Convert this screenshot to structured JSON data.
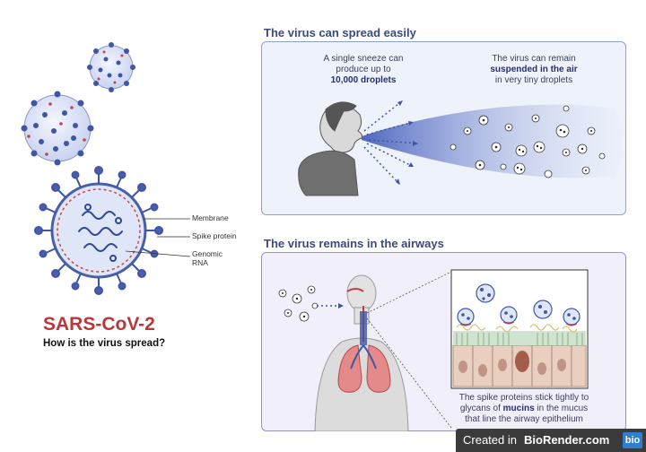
{
  "section1": {
    "heading": "The virus can spread easily",
    "note_left": {
      "line1": "A single sneeze can",
      "line2": "produce up to",
      "bold": "10,000 droplets"
    },
    "note_right": {
      "line1": "The virus can remain",
      "bold": "suspended in the air",
      "line3": "in very tiny droplets"
    }
  },
  "section2": {
    "heading": "The virus remains in the airways",
    "caption": {
      "line1": "The spike proteins stick tightly to",
      "pre": "glycans of ",
      "bold": "mucins",
      "post": " in the mucus",
      "line3": "that line the airway epithelium"
    }
  },
  "virus_labels": {
    "membrane": "Membrane",
    "spike": "Spike protein",
    "genomic": "Genomic",
    "rna": "RNA"
  },
  "title": "SARS-CoV-2",
  "subtitle": "How is the virus spread?",
  "badge": {
    "prefix": "Created in ",
    "brand": "BioRender.com",
    "logo": "bio"
  },
  "colors": {
    "heading": "#3a4a7c",
    "title": "#b9373a",
    "virus": "#4a5fa8",
    "spike": "#3f56a6",
    "membrane": "#c24a4a"
  }
}
